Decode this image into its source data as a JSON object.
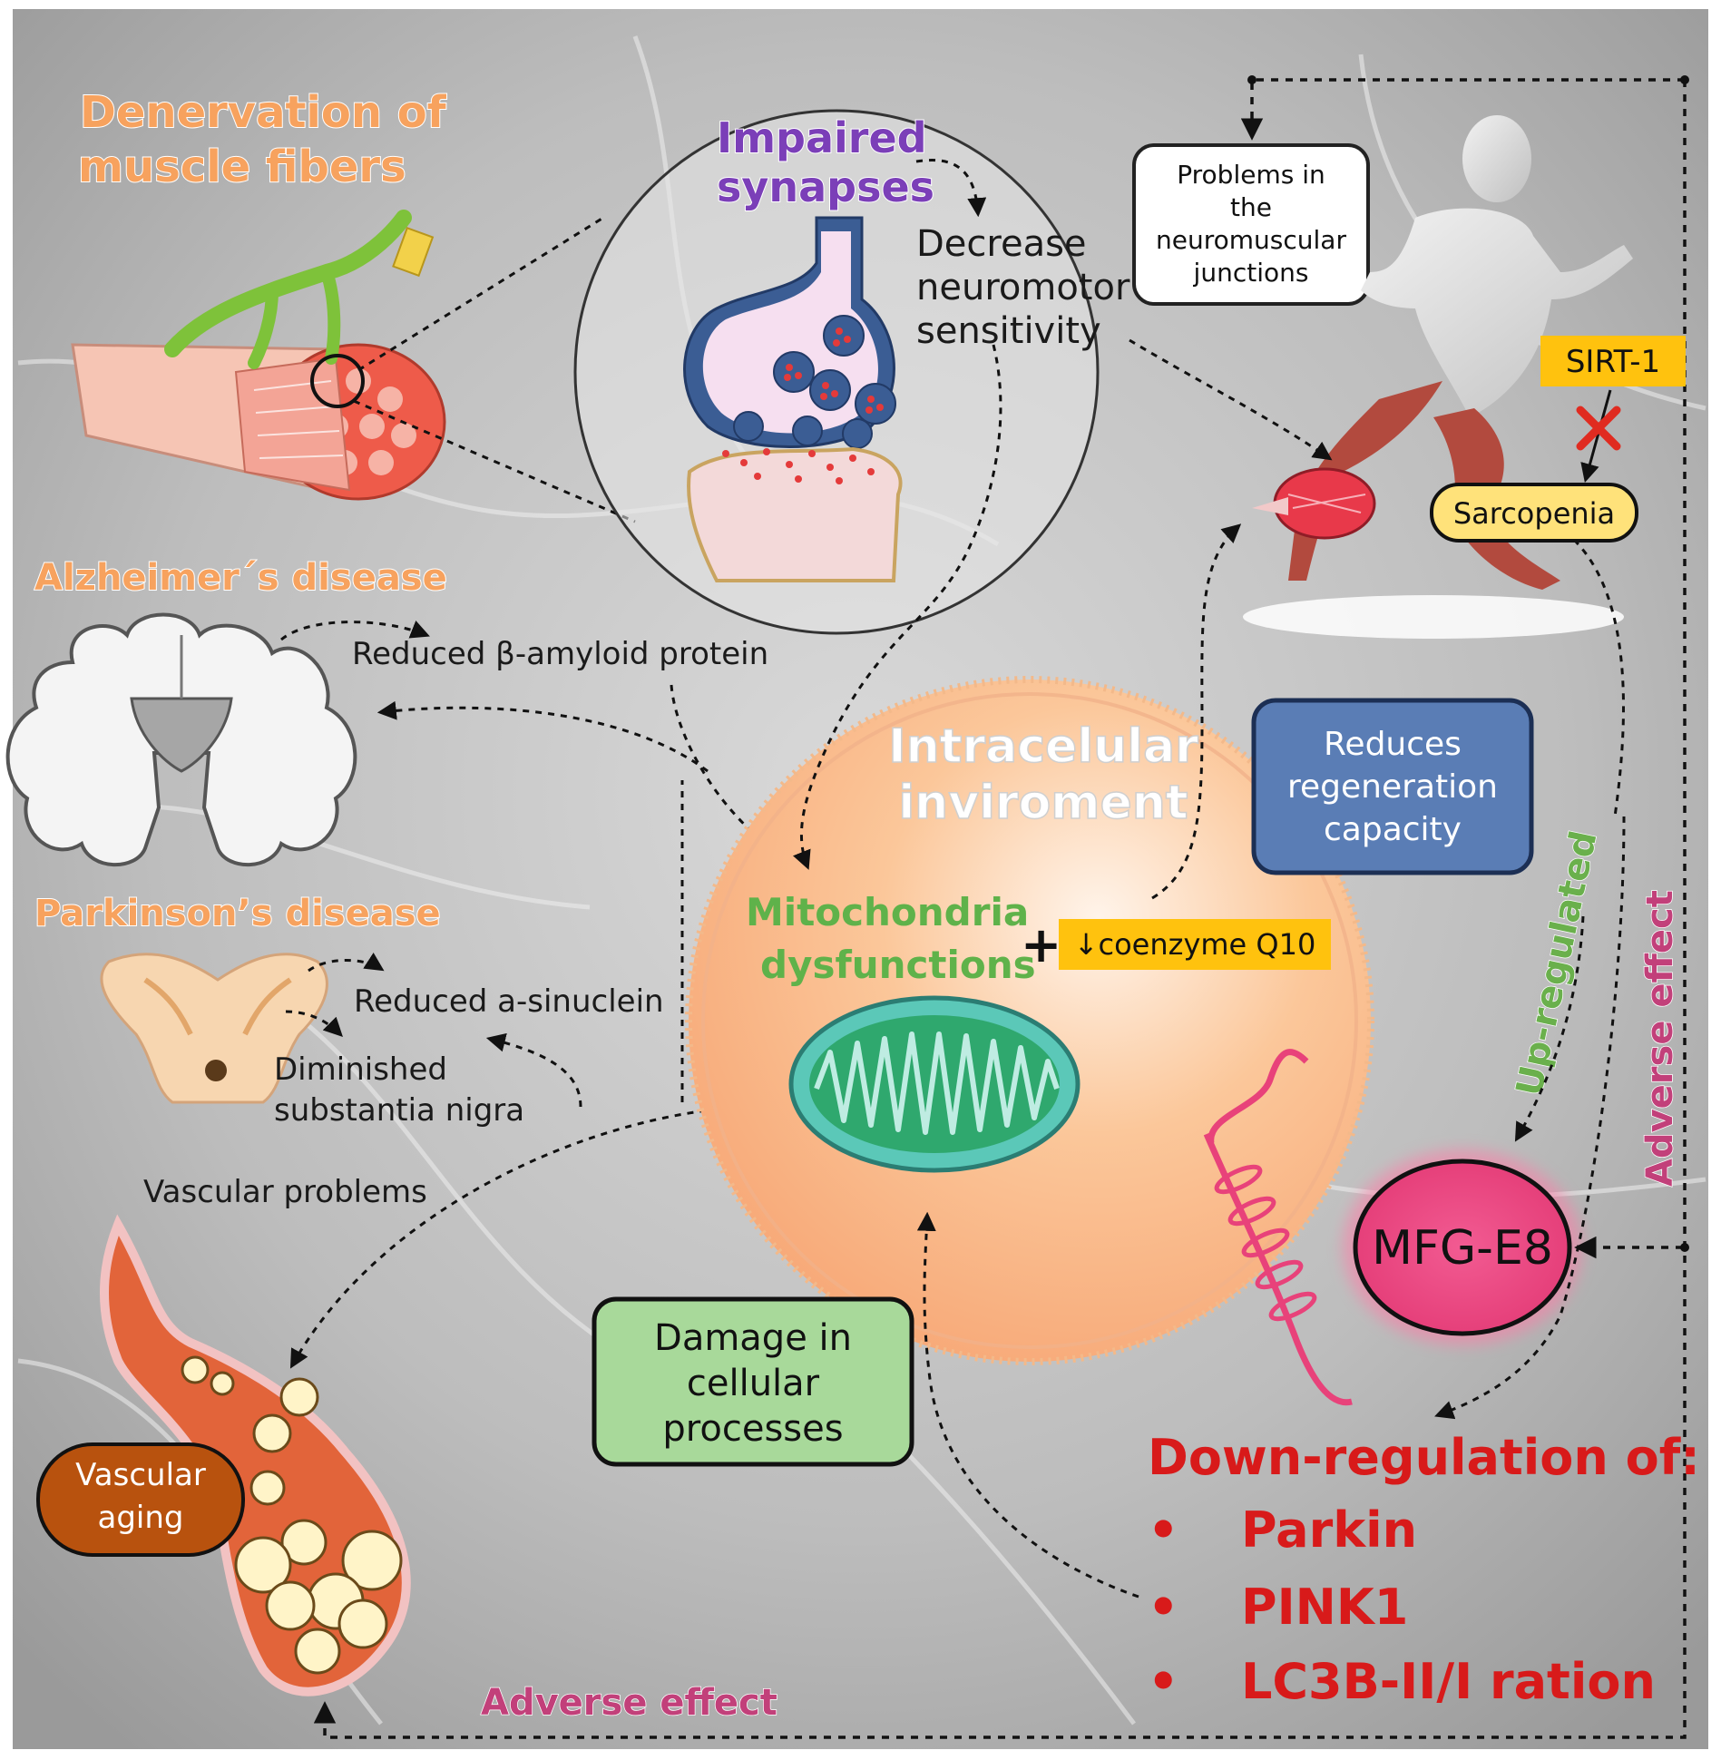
{
  "labels": {
    "denervation": [
      "Denervation of",
      "muscle fibers"
    ],
    "impaired": [
      "Impaired",
      "synapses"
    ],
    "decrease": [
      "Decrease",
      "neuromotor",
      "sensitivity"
    ],
    "problems_nmj": [
      "Problems in",
      "the",
      "neuromuscular",
      "junctions"
    ],
    "sirt": "SIRT-1",
    "sarcopenia": "Sarcopenia",
    "alzheimer": "Alzheimer´s disease",
    "amyloid": "Reduced β-amyloid protein",
    "parkinson": "Parkinson’s disease",
    "sinuclein": "Reduced a-sinuclein",
    "nigra": [
      "Diminished",
      "substantia nigra"
    ],
    "vascular_problems": "Vascular problems",
    "vascular_aging": [
      "Vascular",
      "aging"
    ],
    "intracellular": [
      "Intracelular",
      "inviroment"
    ],
    "mito": [
      "Mitochondria",
      "dysfunctions"
    ],
    "plus": "+",
    "coq10": "↓coenzyme Q10",
    "regeneration": [
      "Reduces",
      "regeneration",
      "capacity"
    ],
    "upregulated": "Up-regulated",
    "adverse_right": "Adverse effect",
    "adverse_bottom": "Adverse effect",
    "mfg": "MFG-E8",
    "damage": [
      "Damage in",
      "cellular",
      "processes"
    ],
    "downreg_title": "Down-regulation of:",
    "downreg_items": [
      "Parkin",
      "PINK1",
      "LC3B-II/I ration"
    ],
    "bullet": "•"
  },
  "colors": {
    "title_orange": "#f7a25e",
    "impaired_purple": "#7b3fb8",
    "mito_green": "#5fb24a",
    "yellow": "#ffc20e",
    "downreg_red": "#d81a1a",
    "mfg_pink": "#e8427a",
    "regen_blue": "#5a7db5",
    "damage_green": "#a8d99a",
    "vascular_brown": "#b8520e",
    "adverse_pink": "#c2407a",
    "upreg_green": "#6ab04c"
  }
}
